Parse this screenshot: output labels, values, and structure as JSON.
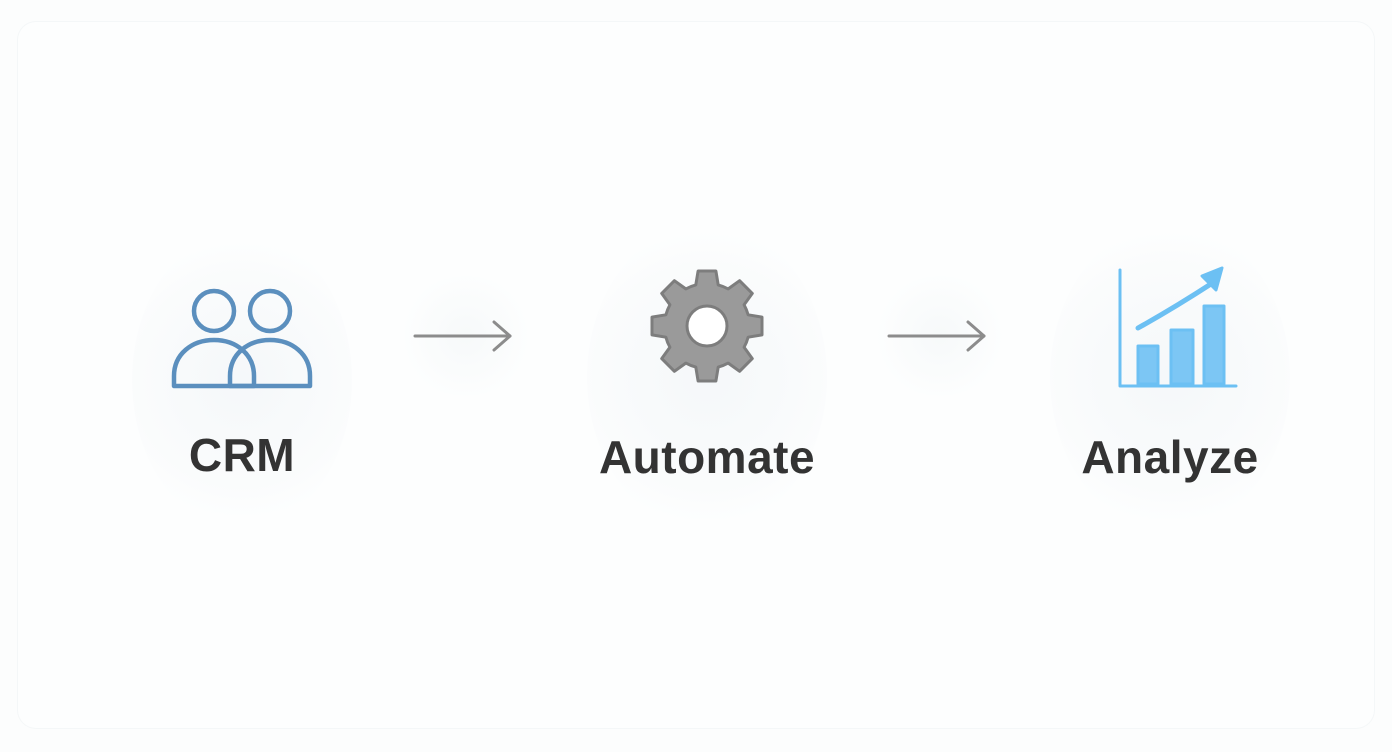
{
  "steps": [
    {
      "label": "CRM",
      "icon": "people-icon",
      "color": "#5b8fbe"
    },
    {
      "label": "Automate",
      "icon": "gear-icon",
      "color": "#8e8e8e"
    },
    {
      "label": "Analyze",
      "icon": "bar-chart-growth-icon",
      "color": "#6cc0f3"
    }
  ],
  "connectors": [
    {
      "icon": "arrow-right-icon",
      "color": "#8c8c8c"
    },
    {
      "icon": "arrow-right-icon",
      "color": "#8c8c8c"
    }
  ]
}
